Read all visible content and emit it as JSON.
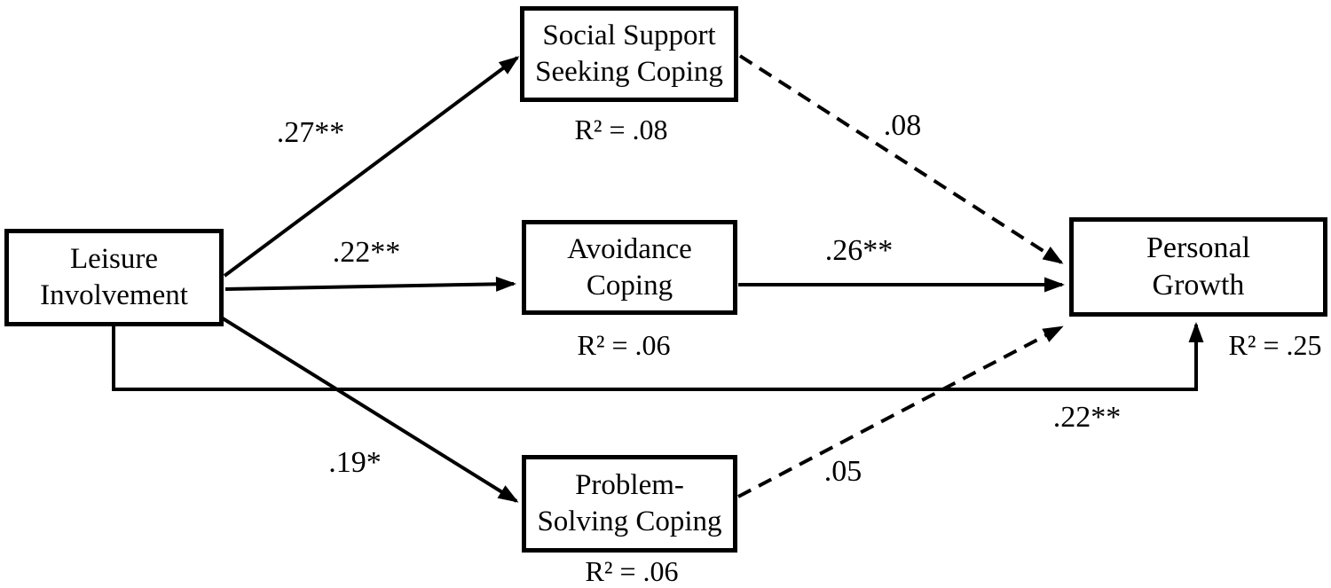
{
  "figure": {
    "type": "path-diagram",
    "description": "Mediation path model from Leisure Involvement through coping styles to Personal Growth",
    "nodes": {
      "leisure_involvement": {
        "label": "Leisure Involvement",
        "lines": [
          "Leisure",
          "Involvement"
        ]
      },
      "social_support_coping": {
        "label": "Social Support Seeking Coping",
        "lines": [
          "Social Support",
          "Seeking Coping"
        ],
        "r_squared": "R² = .08"
      },
      "avoidance_coping": {
        "label": "Avoidance Coping",
        "lines": [
          "Avoidance",
          "Coping"
        ],
        "r_squared": "R² = .06"
      },
      "problem_solving_coping": {
        "label": "Problem-Solving Coping",
        "lines": [
          "Problem-",
          "Solving Coping"
        ],
        "r_squared": "R² = .06"
      },
      "personal_growth": {
        "label": "Personal Growth",
        "lines": [
          "Personal",
          "Growth"
        ],
        "r_squared": "R² = .25"
      }
    },
    "paths": {
      "leisure_to_social": {
        "from": "Leisure Involvement",
        "to": "Social Support Seeking Coping",
        "coefficient": ".27**",
        "style": "solid"
      },
      "leisure_to_avoidance": {
        "from": "Leisure Involvement",
        "to": "Avoidance Coping",
        "coefficient": ".22**",
        "style": "solid"
      },
      "leisure_to_problem": {
        "from": "Leisure Involvement",
        "to": "Problem-Solving Coping",
        "coefficient": ".19*",
        "style": "solid"
      },
      "social_to_growth": {
        "from": "Social Support Seeking Coping",
        "to": "Personal Growth",
        "coefficient": ".08",
        "style": "dashed"
      },
      "avoidance_to_growth": {
        "from": "Avoidance Coping",
        "to": "Personal Growth",
        "coefficient": ".26**",
        "style": "solid"
      },
      "problem_to_growth": {
        "from": "Problem-Solving Coping",
        "to": "Personal Growth",
        "coefficient": ".05",
        "style": "dashed"
      },
      "leisure_to_growth_direct": {
        "from": "Leisure Involvement",
        "to": "Personal Growth",
        "coefficient": ".22**",
        "style": "solid"
      }
    },
    "colors": {
      "ink": "#000000",
      "background": "#ffffff"
    }
  }
}
